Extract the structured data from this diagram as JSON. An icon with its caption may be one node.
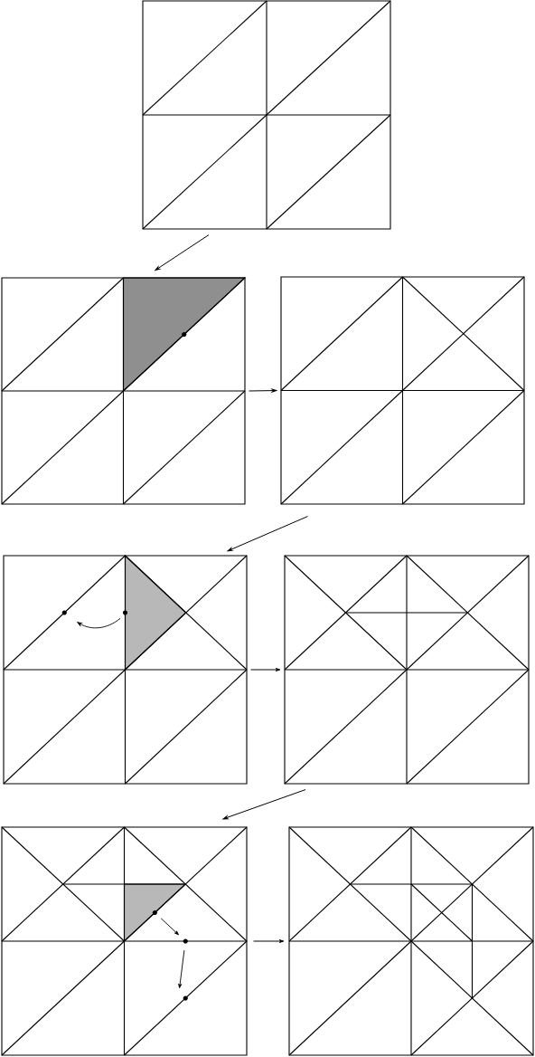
{
  "diagram": {
    "nodes": [
      {
        "text": [],
        "shape": "box"
      },
      {
        "text": [],
        "shape": "box"
      },
      {
        "text": [],
        "shape": "box"
      },
      {
        "text": [],
        "shape": "box"
      },
      {
        "text": [],
        "shape": "box"
      },
      {
        "text": [],
        "shape": "box"
      },
      {
        "text": [],
        "shape": "box"
      }
    ],
    "edges": [
      {
        "from": 0,
        "to": 1,
        "arrow": "to"
      },
      {
        "from": 1,
        "to": 2,
        "arrow": "to"
      },
      {
        "from": 2,
        "to": 3,
        "arrow": "to"
      },
      {
        "from": 3,
        "to": 4,
        "arrow": "to"
      },
      {
        "from": 4,
        "to": 5,
        "arrow": "to"
      },
      {
        "from": 5,
        "to": 6,
        "arrow": "to"
      }
    ]
  }
}
